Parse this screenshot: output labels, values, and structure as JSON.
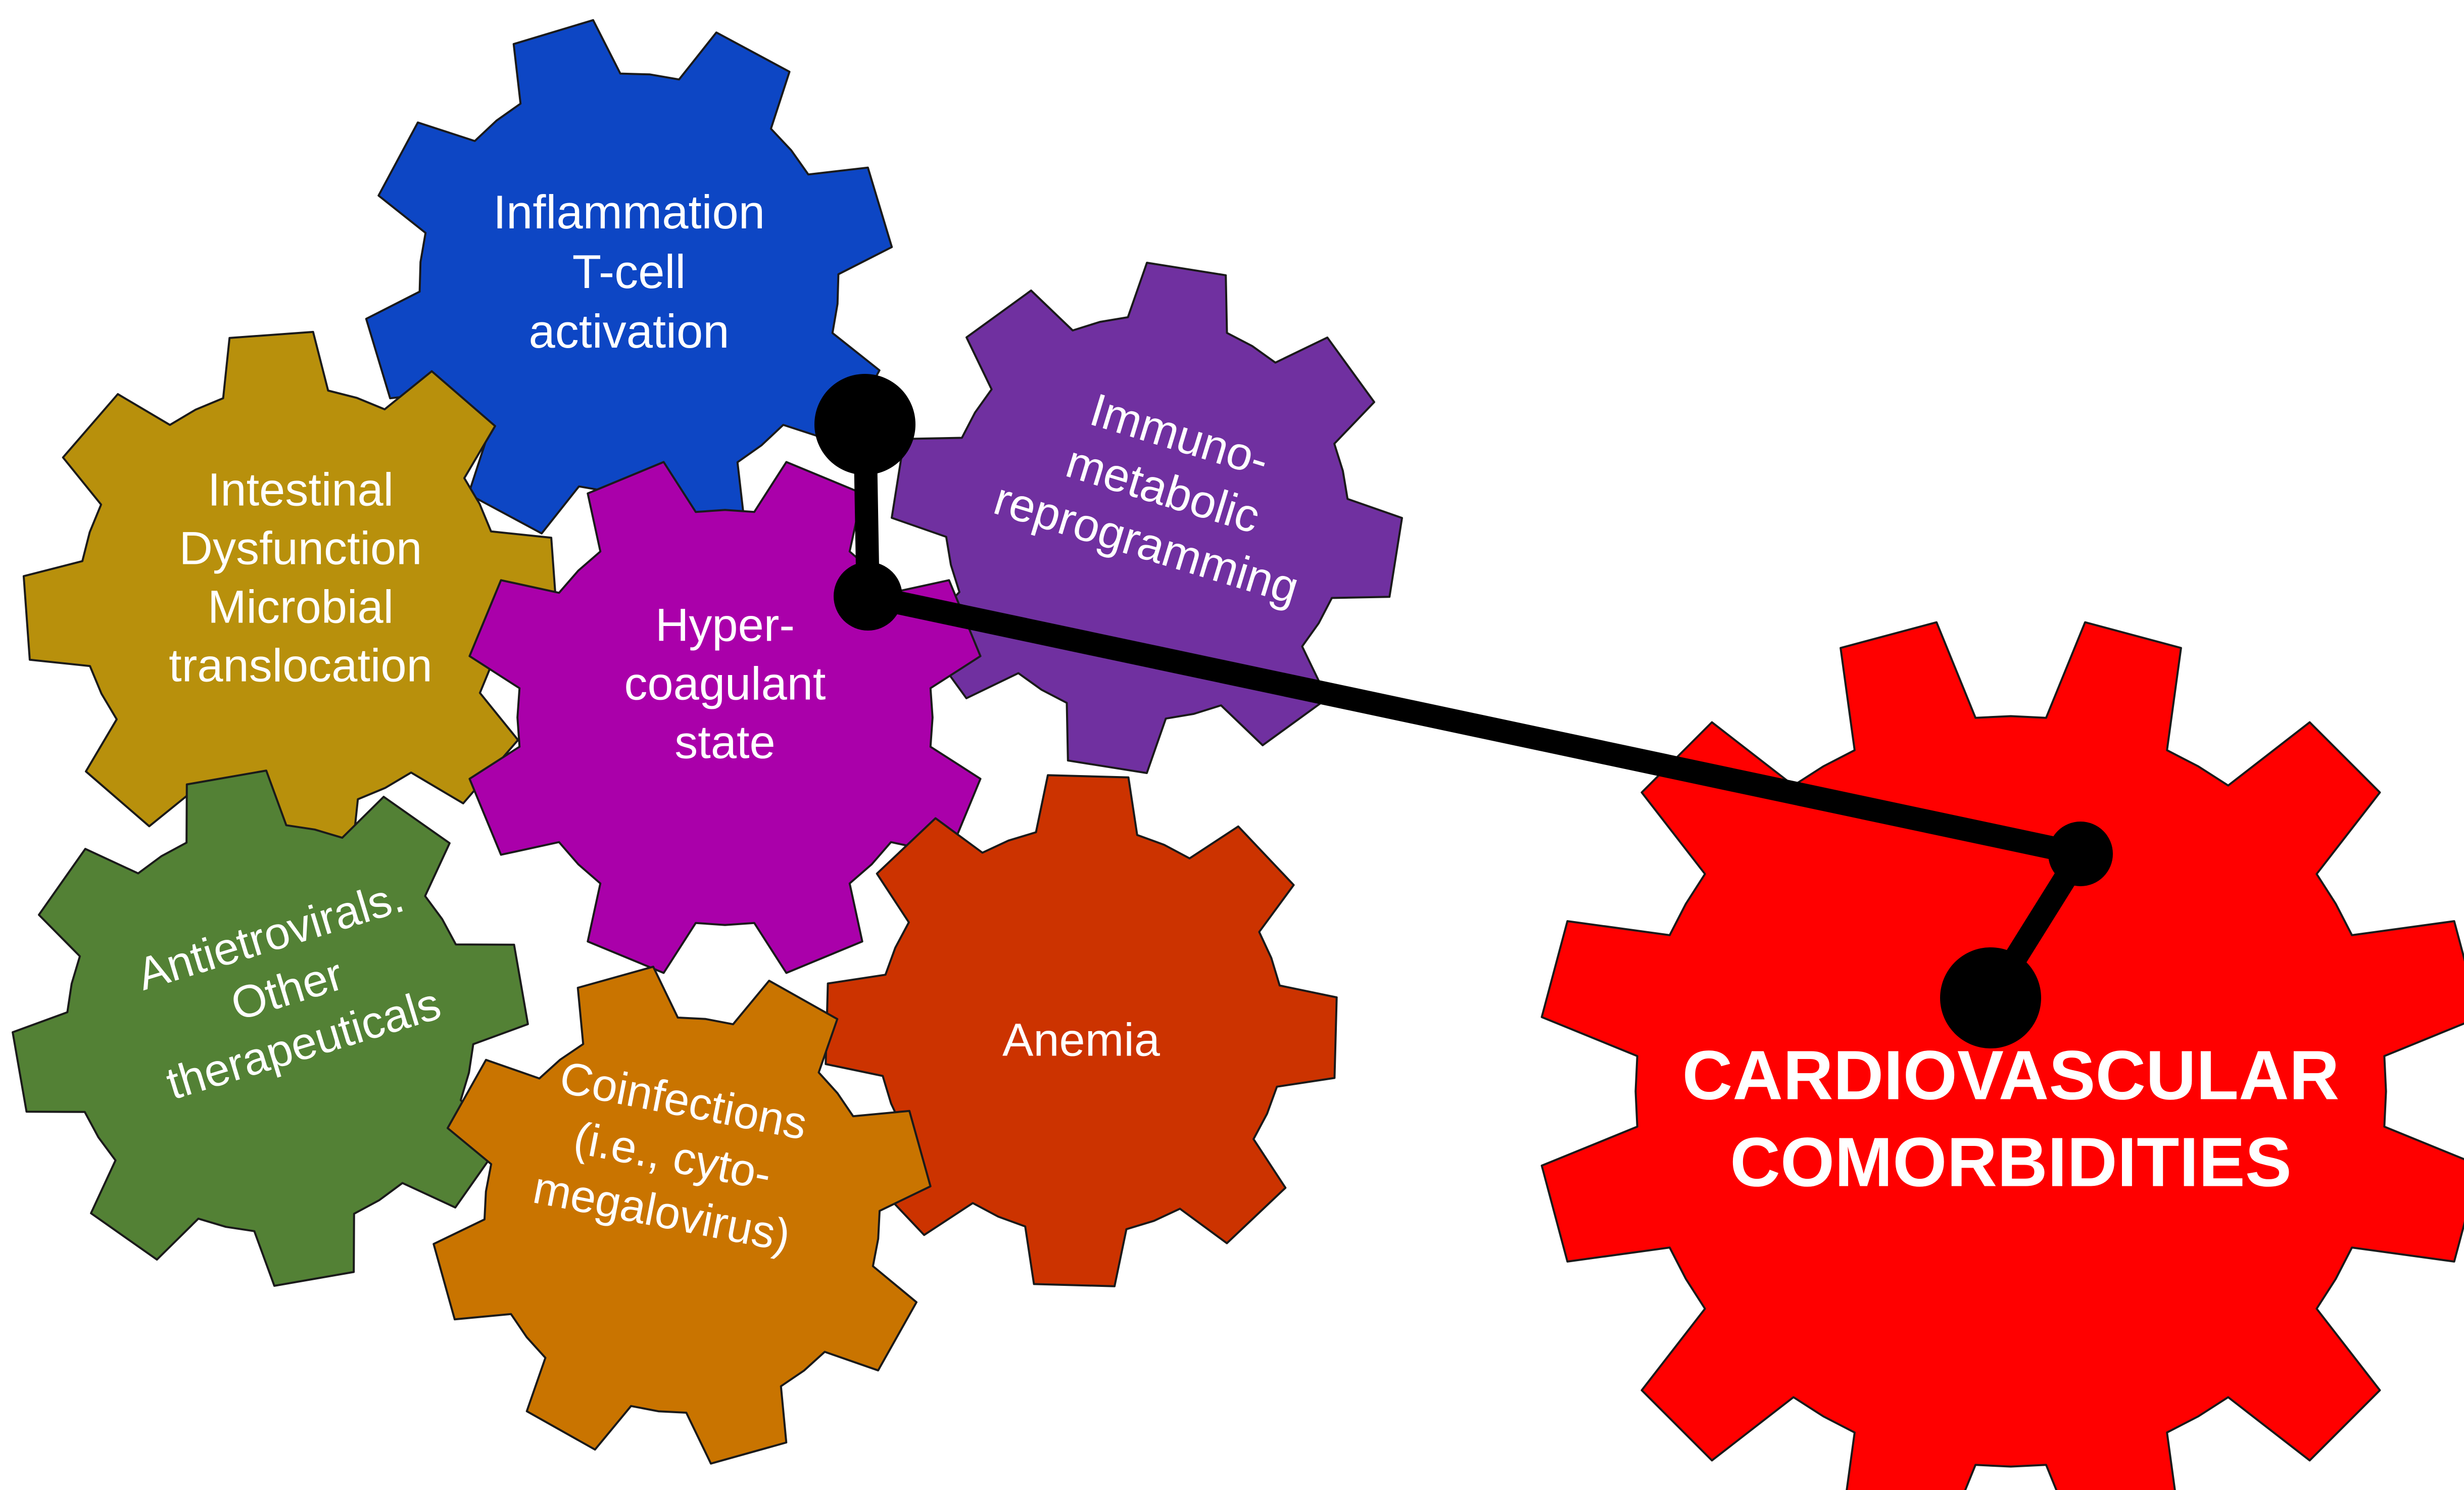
{
  "gears": [
    {
      "id": "inflammation",
      "color": "#0d46c4",
      "lines": [
        "Inflammation",
        "T-cell",
        "activation"
      ]
    },
    {
      "id": "intestinal",
      "color": "#b8900c",
      "lines": [
        "Intestinal",
        "Dysfunction",
        "Microbial",
        "translocation"
      ]
    },
    {
      "id": "immunometabolic",
      "color": "#7030a0",
      "lines": [
        "Immuno-",
        "metabolic",
        "reprogramming"
      ]
    },
    {
      "id": "hypercoagulant",
      "color": "#aa00aa",
      "lines": [
        "Hyper-",
        "coagulant",
        "state"
      ]
    },
    {
      "id": "antiretrovirals",
      "color": "#538135",
      "lines": [
        "Antietrovirals.",
        "Other",
        "therapeuticals"
      ]
    },
    {
      "id": "anemia",
      "color": "#cc3300",
      "lines": [
        "Anemia"
      ]
    },
    {
      "id": "coinfections",
      "color": "#c97400",
      "lines": [
        "Coinfections",
        "(i.e., cyto-",
        "megalovirus)"
      ]
    },
    {
      "id": "cardiovascular",
      "color": "#ff0000",
      "lines": [
        "CARDIOVASCULAR",
        "COMORBIDITIES"
      ]
    }
  ],
  "linkage": {
    "color": "#000000"
  }
}
